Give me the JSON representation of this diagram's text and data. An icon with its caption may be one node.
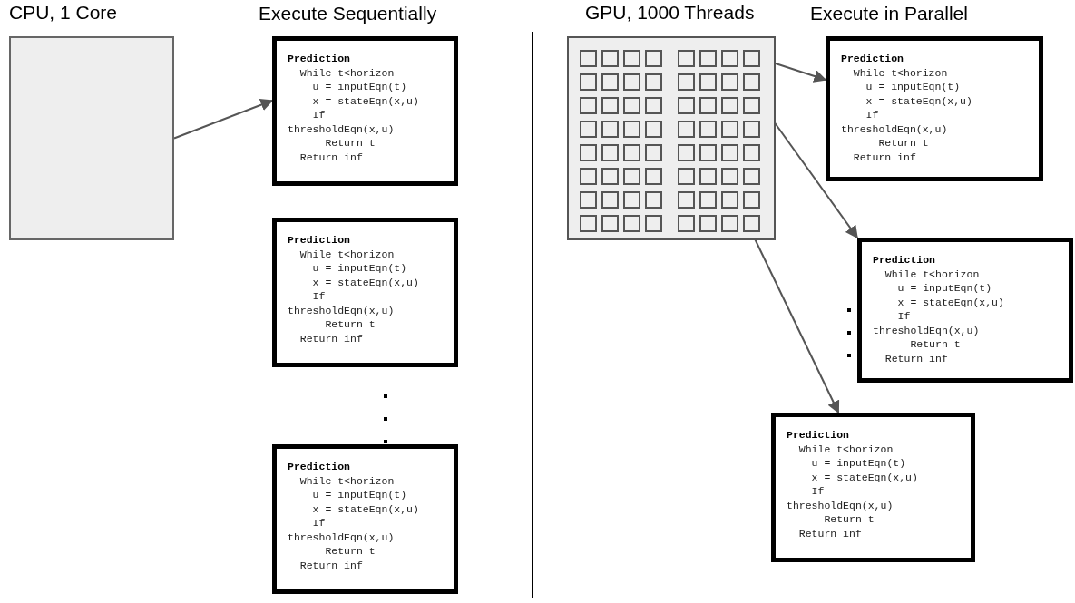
{
  "diagram": {
    "nodes": [
      {
        "text": [
          "CPU, 1 Core"
        ]
      },
      {
        "text": [
          "Prediction",
          "While t<horizon",
          "u = inputEqn(t)",
          "x = stateEqn(x,u)",
          "If thresholdEqn(x,u)",
          "Return t",
          "Return inf"
        ]
      },
      {
        "text": [
          "Prediction",
          "While t<horizon",
          "u = inputEqn(t)",
          "x = stateEqn(x,u)",
          "If thresholdEqn(x,u)",
          "Return t",
          "Return inf"
        ]
      },
      {
        "text": [
          "Prediction",
          "While t<horizon",
          "u = inputEqn(t)",
          "x = stateEqn(x,u)",
          "If thresholdEqn(x,u)",
          "Return t",
          "Return inf"
        ]
      },
      {
        "text": [
          "GPU, 1000 Threads"
        ]
      },
      {
        "text": [],
        "shape": "box",
        "in": 4
      },
      {
        "text": [],
        "shape": "box",
        "in": 4
      },
      {
        "text": [],
        "shape": "box",
        "in": 4
      },
      {
        "text": [],
        "shape": "box",
        "in": 4
      },
      {
        "text": [],
        "shape": "box",
        "in": 4
      },
      {
        "text": [],
        "shape": "box",
        "in": 4
      },
      {
        "text": [],
        "shape": "box",
        "in": 4
      },
      {
        "text": [],
        "shape": "box",
        "in": 4
      },
      {
        "text": [],
        "shape": "box",
        "in": 4
      },
      {
        "text": [],
        "shape": "box",
        "in": 4
      },
      {
        "text": [],
        "shape": "box",
        "in": 4
      },
      {
        "text": [],
        "shape": "box",
        "in": 4
      },
      {
        "text": [],
        "shape": "box",
        "in": 4
      },
      {
        "text": [],
        "shape": "box",
        "in": 4
      },
      {
        "text": [],
        "shape": "box",
        "in": 4
      },
      {
        "text": [],
        "shape": "box",
        "in": 4
      },
      {
        "text": [],
        "shape": "box",
        "in": 4
      },
      {
        "text": [],
        "shape": "box",
        "in": 4
      },
      {
        "text": [],
        "shape": "box",
        "in": 4
      },
      {
        "text": [],
        "shape": "box",
        "in": 4
      },
      {
        "text": [],
        "shape": "box",
        "in": 4
      },
      {
        "text": [],
        "shape": "box",
        "in": 4
      },
      {
        "text": [],
        "shape": "box",
        "in": 4
      },
      {
        "text": [],
        "shape": "box",
        "in": 4
      },
      {
        "text": [],
        "shape": "box",
        "in": 4
      },
      {
        "text": [],
        "shape": "box",
        "in": 4
      },
      {
        "text": [],
        "shape": "box",
        "in": 4
      },
      {
        "text": [],
        "shape": "box",
        "in": 4
      },
      {
        "text": [],
        "shape": "box",
        "in": 4
      },
      {
        "text": [],
        "shape": "box",
        "in": 4
      },
      {
        "text": [],
        "shape": "box",
        "in": 4
      },
      {
        "text": [],
        "shape": "box",
        "in": 4
      },
      {
        "text": [],
        "shape": "box",
        "in": 4
      },
      {
        "text": [],
        "shape": "box",
        "in": 4
      },
      {
        "text": [],
        "shape": "box",
        "in": 4
      },
      {
        "text": [],
        "shape": "box",
        "in": 4
      },
      {
        "text": [],
        "shape": "box",
        "in": 4
      },
      {
        "text": [],
        "shape": "box",
        "in": 4
      },
      {
        "text": [],
        "shape": "box",
        "in": 4
      },
      {
        "text": [],
        "shape": "box",
        "in": 4
      },
      {
        "text": [],
        "shape": "box",
        "in": 4
      },
      {
        "text": [],
        "shape": "box",
        "in": 4
      },
      {
        "text": [],
        "shape": "box",
        "in": 4
      },
      {
        "text": [],
        "shape": "box",
        "in": 4
      },
      {
        "text": [],
        "shape": "box",
        "in": 4
      },
      {
        "text": [],
        "shape": "box",
        "in": 4
      },
      {
        "text": [],
        "shape": "box",
        "in": 4
      },
      {
        "text": [],
        "shape": "box",
        "in": 4
      },
      {
        "text": [],
        "shape": "box",
        "in": 4
      },
      {
        "text": [],
        "shape": "box",
        "in": 4
      },
      {
        "text": [],
        "shape": "box",
        "in": 4
      },
      {
        "text": [],
        "shape": "box",
        "in": 4
      },
      {
        "text": [],
        "shape": "box",
        "in": 4
      },
      {
        "text": [],
        "shape": "box",
        "in": 4
      },
      {
        "text": [],
        "shape": "box",
        "in": 4
      },
      {
        "text": [],
        "shape": "box",
        "in": 4
      },
      {
        "text": [],
        "shape": "box",
        "in": 4
      },
      {
        "text": [],
        "shape": "box",
        "in": 4
      },
      {
        "text": [],
        "shape": "box",
        "in": 4
      },
      {
        "text": [],
        "shape": "box",
        "in": 4
      },
      {
        "text": [],
        "shape": "box",
        "in": 4
      },
      {
        "text": [],
        "shape": "box",
        "in": 4
      },
      {
        "text": [],
        "shape": "box",
        "in": 4
      },
      {
        "text": [],
        "shape": "box",
        "in": 4
      },
      {
        "text": [
          "Prediction",
          "While t<horizon",
          "u = inputEqn(t)",
          "x = stateEqn(x,u)",
          "If thresholdEqn(x,u)",
          "Return t",
          "Return inf"
        ]
      },
      {
        "text": [
          "Prediction",
          "While t<horizon",
          "u = inputEqn(t)",
          "x = stateEqn(x,u)",
          "If thresholdEqn(x,u)",
          "Return t",
          "Return inf"
        ]
      },
      {
        "text": [
          "Prediction",
          "While t<horizon",
          "u = inputEqn(t)",
          "x = stateEqn(x,u)",
          "If thresholdEqn(x,u)",
          "Return t",
          "Return inf"
        ]
      }
    ],
    "edges": [
      {
        "from": 0,
        "to": 1,
        "arrow": "to"
      },
      {
        "from": 12,
        "to": 69,
        "arrow": "to"
      },
      {
        "from": 20,
        "to": 70,
        "arrow": "to"
      },
      {
        "from": 68,
        "to": 71,
        "arrow": "to"
      }
    ],
    "labels": [
      "Execute Sequentially",
      "Execute in Parallel"
    ]
  }
}
